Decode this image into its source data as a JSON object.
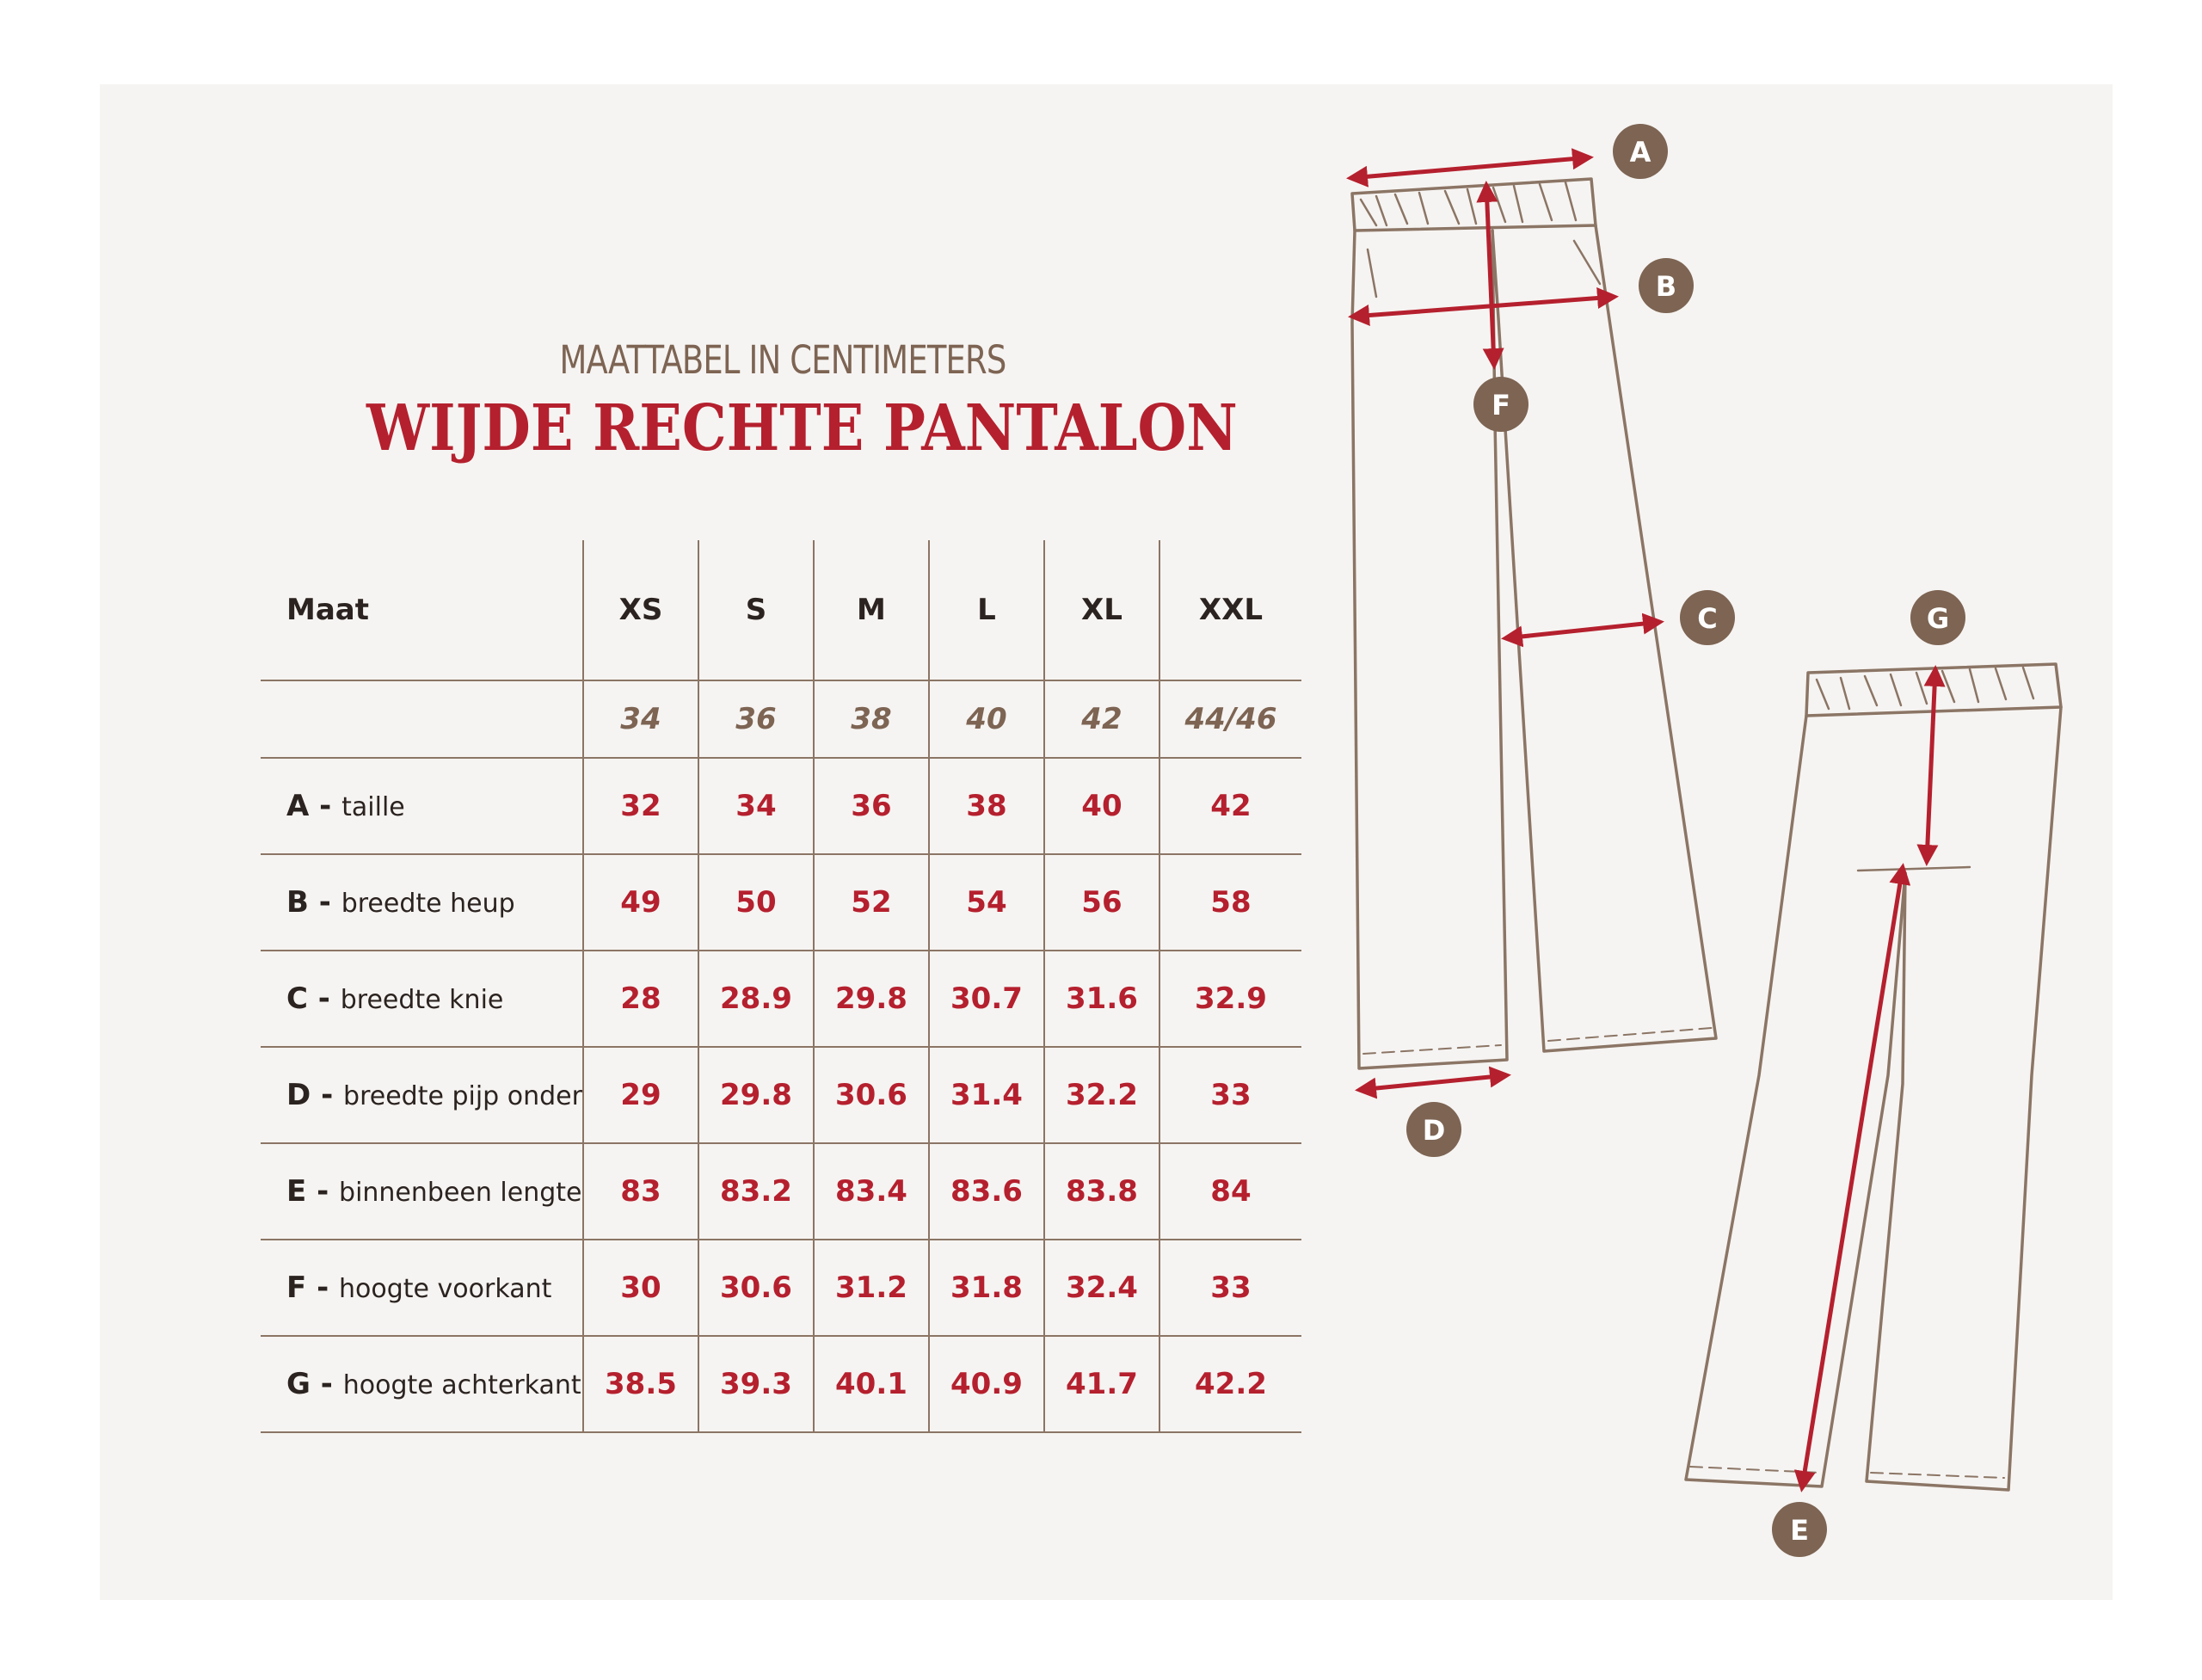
{
  "subtitle": "MAATTABEL IN CENTIMETERS",
  "title": "WIJDE RECHTE PANTALON",
  "table": {
    "header_label": "Maat",
    "sizes": [
      "XS",
      "S",
      "M",
      "L",
      "XL",
      "XXL"
    ],
    "eu_sizes": [
      "34",
      "36",
      "38",
      "40",
      "42",
      "44/46"
    ],
    "rows": [
      {
        "letter": "A",
        "label": "taille",
        "values": [
          "32",
          "34",
          "36",
          "38",
          "40",
          "42"
        ]
      },
      {
        "letter": "B",
        "label": "breedte heup",
        "values": [
          "49",
          "50",
          "52",
          "54",
          "56",
          "58"
        ]
      },
      {
        "letter": "C",
        "label": "breedte knie",
        "values": [
          "28",
          "28.9",
          "29.8",
          "30.7",
          "31.6",
          "32.9"
        ]
      },
      {
        "letter": "D",
        "label": "breedte pijp onder",
        "values": [
          "29",
          "29.8",
          "30.6",
          "31.4",
          "32.2",
          "33"
        ]
      },
      {
        "letter": "E",
        "label": "binnenbeen lengte",
        "values": [
          "83",
          "83.2",
          "83.4",
          "83.6",
          "83.8",
          "84"
        ]
      },
      {
        "letter": "F",
        "label": "hoogte voorkant",
        "values": [
          "30",
          "30.6",
          "31.2",
          "31.8",
          "32.4",
          "33"
        ]
      },
      {
        "letter": "G",
        "label": "hoogte achterkant",
        "values": [
          "38.5",
          "39.3",
          "40.1",
          "40.9",
          "41.7",
          "42.2"
        ]
      }
    ]
  },
  "markers": {
    "a": "A",
    "b": "B",
    "c": "C",
    "d": "D",
    "e": "E",
    "f": "F",
    "g": "G"
  },
  "colors": {
    "accent_red": "#b5202e",
    "brown": "#7d6453",
    "background": "#f6f4f2"
  }
}
